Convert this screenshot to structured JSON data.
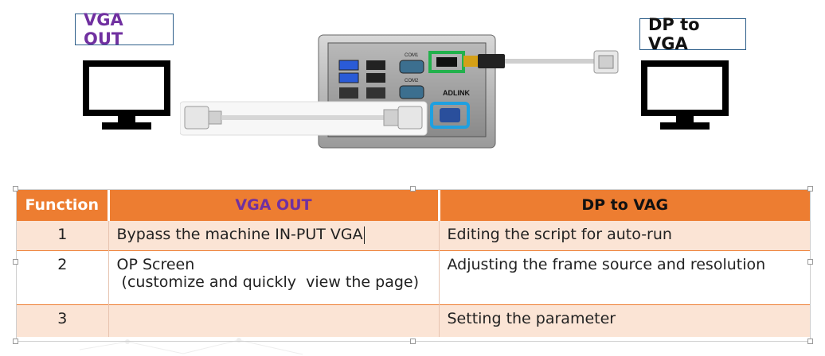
{
  "labels": {
    "left": "VGA OUT",
    "right": "DP to VGA"
  },
  "device": {
    "brand": "ADLINK",
    "port_com1": "COM1",
    "port_com2": "COM2"
  },
  "table": {
    "headers": [
      "Function",
      "VGA OUT",
      "DP to VAG"
    ],
    "rows": [
      {
        "num": "1",
        "vga": [
          "Bypass the machine IN-PUT VGA"
        ],
        "dp": "Editing the script for auto-run"
      },
      {
        "num": "2",
        "vga": [
          "OP Screen",
          " (customize and quickly  view the page)"
        ],
        "dp": "Adjusting the frame source and resolution"
      },
      {
        "num": "3",
        "vga": [
          ""
        ],
        "dp": "Setting the parameter"
      }
    ]
  },
  "colors": {
    "header_orange": "#ed7d31",
    "row_tint": "#fbe4d5",
    "vga_purple": "#7030a0",
    "dp_highlight_green": "#22b14c",
    "vga_highlight_blue": "#1fa0e0"
  },
  "icons": [
    "monitor-icon",
    "vga-cable-icon",
    "displayport-cable-icon",
    "mini-pc-device-icon"
  ]
}
